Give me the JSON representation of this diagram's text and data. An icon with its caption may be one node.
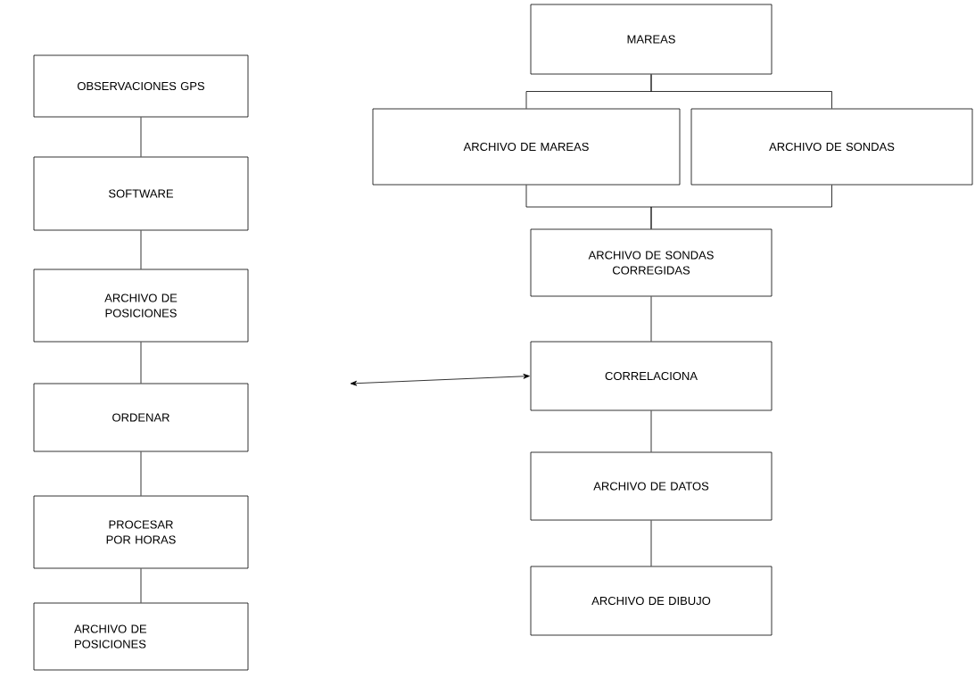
{
  "diagram": {
    "nodes": [
      {
        "text": [
          "OBSERVACIONES GPS"
        ]
      },
      {
        "text": [
          "SOFTWARE"
        ]
      },
      {
        "text": [
          "ARCHIVO DE POSICIONES"
        ]
      },
      {
        "text": [
          "ORDENAR"
        ]
      },
      {
        "text": [
          "PROCESAR POR HORAS"
        ]
      },
      {
        "text": [
          "ARCHIVO DE POSICIONES"
        ]
      },
      {
        "text": [
          "MAREAS"
        ]
      },
      {
        "text": [
          "ARCHIVO DE MAREAS"
        ]
      },
      {
        "text": [
          "ARCHIVO DE SONDAS"
        ]
      },
      {
        "text": [
          "ARCHIVO DE SONDAS CORREGIDAS"
        ]
      },
      {
        "text": [
          "CORRELACIONA"
        ]
      },
      {
        "text": [
          "ARCHIVO DE DATOS"
        ]
      },
      {
        "text": [
          "ARCHIVO DE DIBUJO"
        ]
      }
    ],
    "edges": [
      {
        "from": 0,
        "to": 1,
        "arrow": "none"
      },
      {
        "from": 1,
        "to": 2,
        "arrow": "none"
      },
      {
        "from": 2,
        "to": 3,
        "arrow": "none"
      },
      {
        "from": 3,
        "to": 4,
        "arrow": "none"
      },
      {
        "from": 4,
        "to": 5,
        "arrow": "none"
      },
      {
        "from": 6,
        "to": 7,
        "arrow": "none"
      },
      {
        "from": 6,
        "to": 8,
        "arrow": "none"
      },
      {
        "from": 7,
        "to": 9,
        "arrow": "none"
      },
      {
        "from": 8,
        "to": 9,
        "arrow": "none"
      },
      {
        "from": 9,
        "to": 10,
        "arrow": "none"
      },
      {
        "from": 10,
        "to": 11,
        "arrow": "none"
      },
      {
        "from": 11,
        "to": 12,
        "arrow": "none"
      },
      {
        "from": null,
        "to": 10,
        "arrow": "both"
      }
    ]
  }
}
